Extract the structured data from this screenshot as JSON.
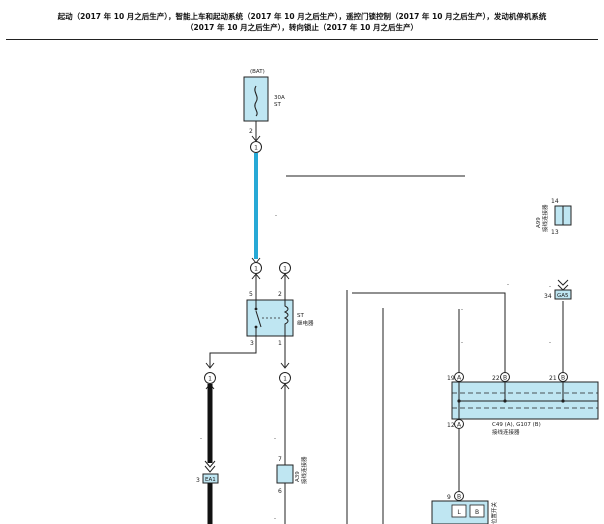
{
  "page": {
    "title_line1": "起动（2017 年 10 月之后生产），智能上车和起动系统（2017 年 10 月之后生产），遥控门锁控制（2017 年 10 月之后生产），发动机停机系统",
    "title_line2": "（2017 年 10 月之后生产），转向锁止（2017 年 10 月之后生产）"
  },
  "colors": {
    "ink": "#222222",
    "component_fill": "#bfe6f2",
    "wire_blue": "#27a9d6",
    "wire_black": "#111111"
  },
  "fuse": {
    "source": "(BAT)",
    "rating": "30A",
    "name": "ST",
    "pin": "2"
  },
  "connectors": {
    "top_wire": "1",
    "relay_input_left": "1",
    "relay_input_right": "1",
    "relay_output_left": "1",
    "relay_output_right": "1",
    "junction_3": "19",
    "junction_4": "22",
    "junction_5": "21",
    "junction_6": "12",
    "bottom_switch": "9"
  },
  "relay": {
    "name": "ST",
    "label": "继电器",
    "pin_in_left": "5",
    "pin_in_right": "2",
    "pin_out_left": "3",
    "pin_out_right": "1"
  },
  "connector_a39": {
    "code": "A39",
    "label": "接线连接器",
    "pin_top": "7",
    "pin_bottom": "6"
  },
  "connector_ea1": {
    "code": "EA1",
    "pin": "3"
  },
  "connector_upper_right": {
    "code": "A99",
    "label": "接线连接器",
    "pin_top": "14",
    "pin_bottom": "13"
  },
  "connector_ga5": {
    "code": "GA5",
    "pin": "34"
  },
  "junction_block": {
    "label_line1": "C49 (A), G107 (B)",
    "label_line2": "接线连接器",
    "pin_left_1": "A",
    "pin_left_2": "A",
    "pin_mid": "B",
    "pin_right": "B"
  },
  "switch_bottom": {
    "label": "位置开关",
    "pin_letter": "B",
    "cell_left": "L",
    "cell_right": "B"
  },
  "wire_marks": {
    "dash_small": "-"
  }
}
